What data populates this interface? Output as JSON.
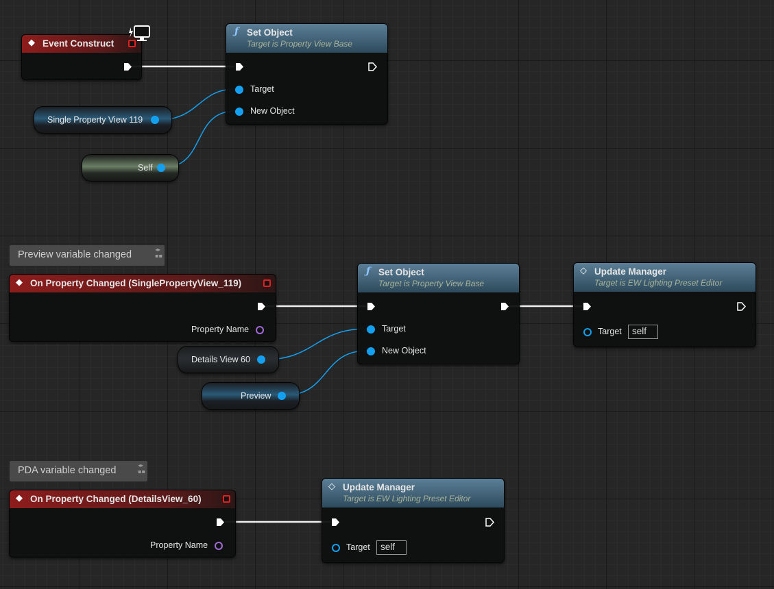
{
  "nodes": {
    "event_construct": {
      "title": "Event Construct"
    },
    "set_object_1": {
      "title": "Set Object",
      "subtitle": "Target is Property View Base",
      "pins": {
        "target": "Target",
        "new_object": "New Object"
      }
    },
    "var_single_property_view": {
      "label": "Single Property View 119"
    },
    "var_self": {
      "label": "Self"
    },
    "comment_preview": {
      "text": "Preview variable changed"
    },
    "on_prop_changed_1": {
      "title": "On Property Changed (SinglePropertyView_119)",
      "pin": "Property Name"
    },
    "set_object_2": {
      "title": "Set Object",
      "subtitle": "Target is Property View Base",
      "pins": {
        "target": "Target",
        "new_object": "New Object"
      }
    },
    "update_manager_1": {
      "title": "Update Manager",
      "subtitle": "Target is EW Lighting Preset Editor",
      "target": "Target",
      "target_value": "self"
    },
    "var_details_view": {
      "label": "Details View 60"
    },
    "var_preview": {
      "label": "Preview"
    },
    "comment_pda": {
      "text": "PDA variable changed"
    },
    "on_prop_changed_2": {
      "title": "On Property Changed (DetailsView_60)",
      "pin": "Property Name"
    },
    "update_manager_2": {
      "title": "Update Manager",
      "subtitle": "Target is EW Lighting Preset Editor",
      "target": "Target",
      "target_value": "self"
    }
  },
  "colors": {
    "event_header": "#8e1c1c",
    "function_header": "#4f7288",
    "object_pin": "#14a0f0",
    "name_pin": "#a26ad6"
  }
}
